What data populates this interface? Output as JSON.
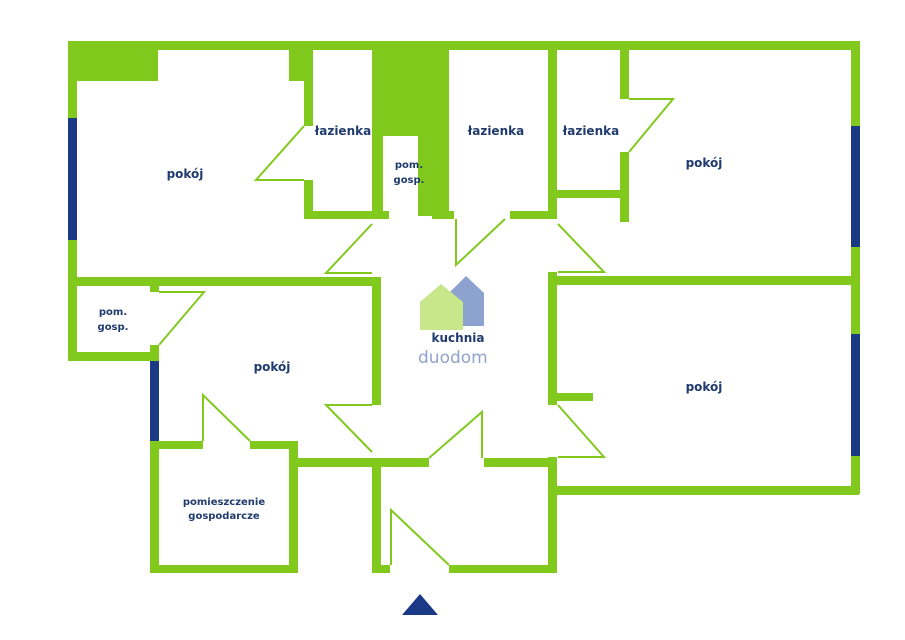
{
  "colors": {
    "wall": "#82c91e",
    "window": "#1b3a86",
    "label": "#1f3a6e",
    "logo_green": "#c8e68a",
    "logo_blue": "#8ea2cf",
    "entrance_arrow": "#1b3a86"
  },
  "rooms": {
    "pokoj_top_left": "pokój",
    "lazienka_1": "łazienka",
    "pom_gosp_center_1": "pom.",
    "pom_gosp_center_2": "gosp.",
    "lazienka_2": "łazienka",
    "lazienka_3": "łazienka",
    "pokoj_top_right": "pokój",
    "pom_gosp_left_1": "pom.",
    "pom_gosp_left_2": "gosp.",
    "kuchnia": "kuchnia",
    "pokoj_middle_left": "pokój",
    "pokoj_bottom_right": "pokój",
    "pomieszczenie_1": "pomieszczenie",
    "pomieszczenie_2": "gospodarcze"
  },
  "logo": {
    "brand": "duodom",
    "icon": "house-logo-icon"
  },
  "entrance_icon": "entrance-arrow-icon"
}
